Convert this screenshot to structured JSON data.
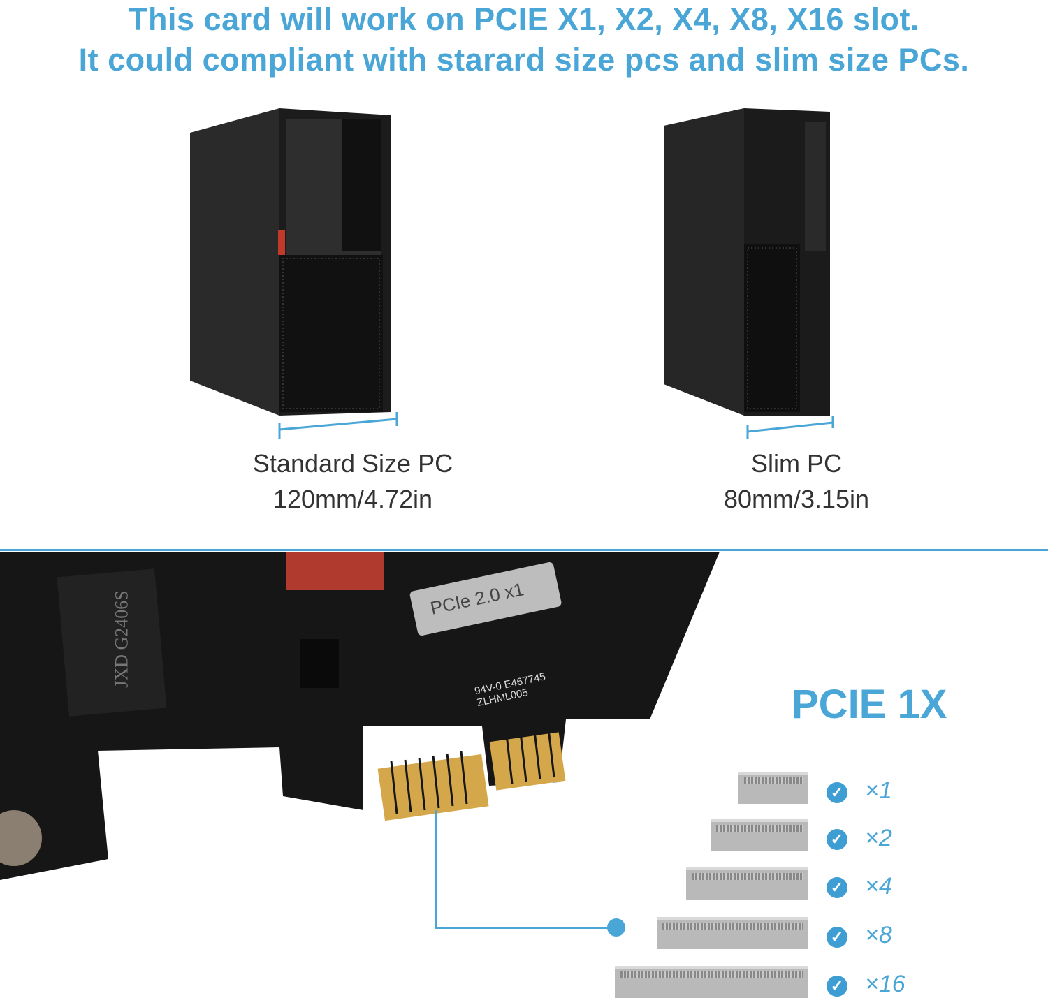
{
  "header": {
    "line1": "This card will work on PCIE X1, X2, X4, X8, X16 slot.",
    "line2": "It could compliant with starard size pcs and slim size PCs."
  },
  "pcs": [
    {
      "name": "Standard Size PC",
      "size": "120mm/4.72in"
    },
    {
      "name": "Slim PC",
      "size": "80mm/3.15in"
    }
  ],
  "card": {
    "label": "PCIe 2.0 x1",
    "chip": "JXD G2406S",
    "cert": "94V-0 E467745 ZLHML005"
  },
  "pcie": {
    "title": "PCIE 1X",
    "slots": [
      {
        "label": "×1",
        "supported": true
      },
      {
        "label": "×2",
        "supported": true
      },
      {
        "label": "×4",
        "supported": true
      },
      {
        "label": "×8",
        "supported": true
      },
      {
        "label": "×16",
        "supported": true
      }
    ]
  },
  "colors": {
    "accent": "#4aa6d6",
    "text": "#333333",
    "pc": "#1e1e1e",
    "pcb": "#151515",
    "gold": "#d4a84a"
  }
}
